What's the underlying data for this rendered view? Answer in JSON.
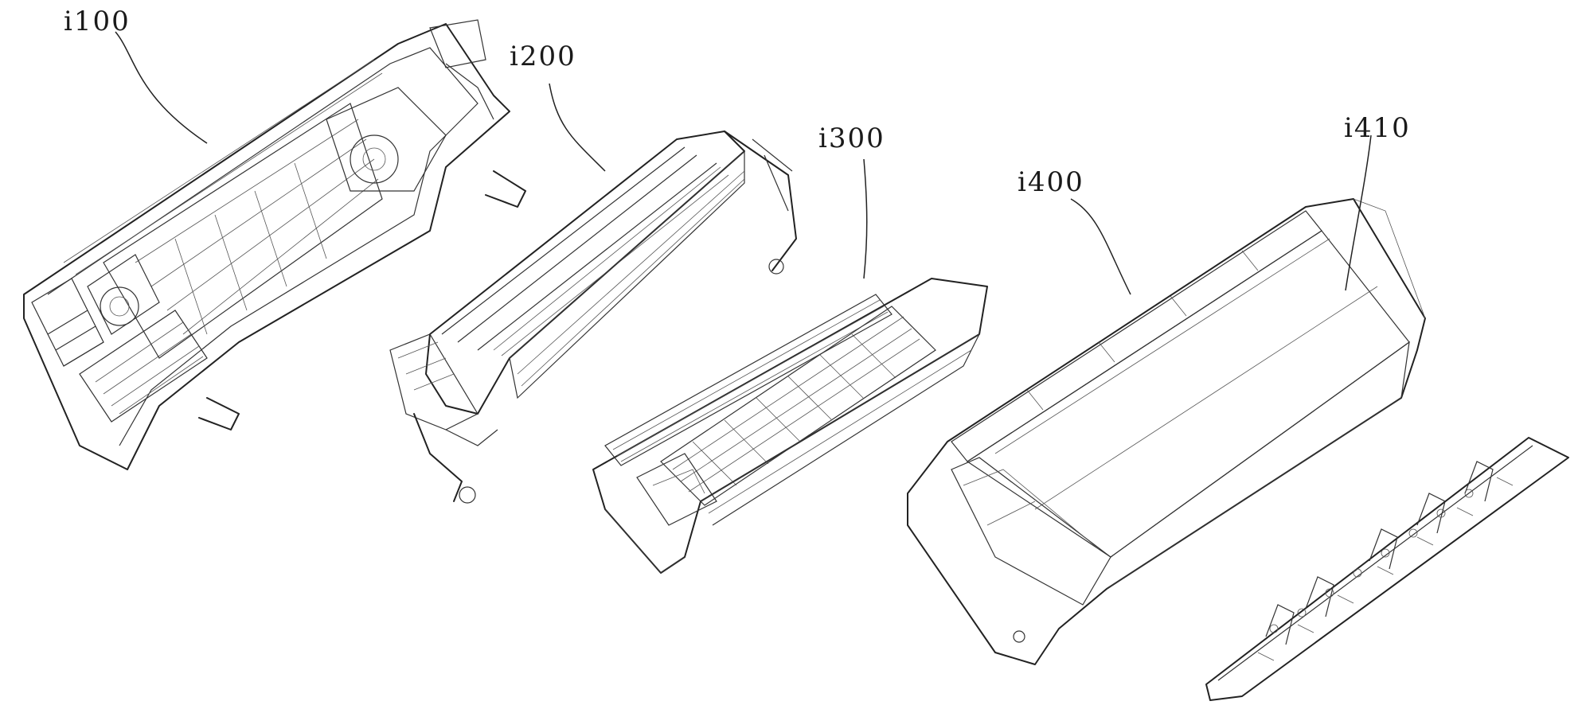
{
  "figure": {
    "labels": [
      {
        "id": "i100",
        "text": "i100"
      },
      {
        "id": "i200",
        "text": "i200"
      },
      {
        "id": "i300",
        "text": "i300"
      },
      {
        "id": "i400",
        "text": "i400"
      },
      {
        "id": "i410",
        "text": "i410"
      }
    ],
    "line_color": "#222222",
    "background": "#ffffff"
  }
}
